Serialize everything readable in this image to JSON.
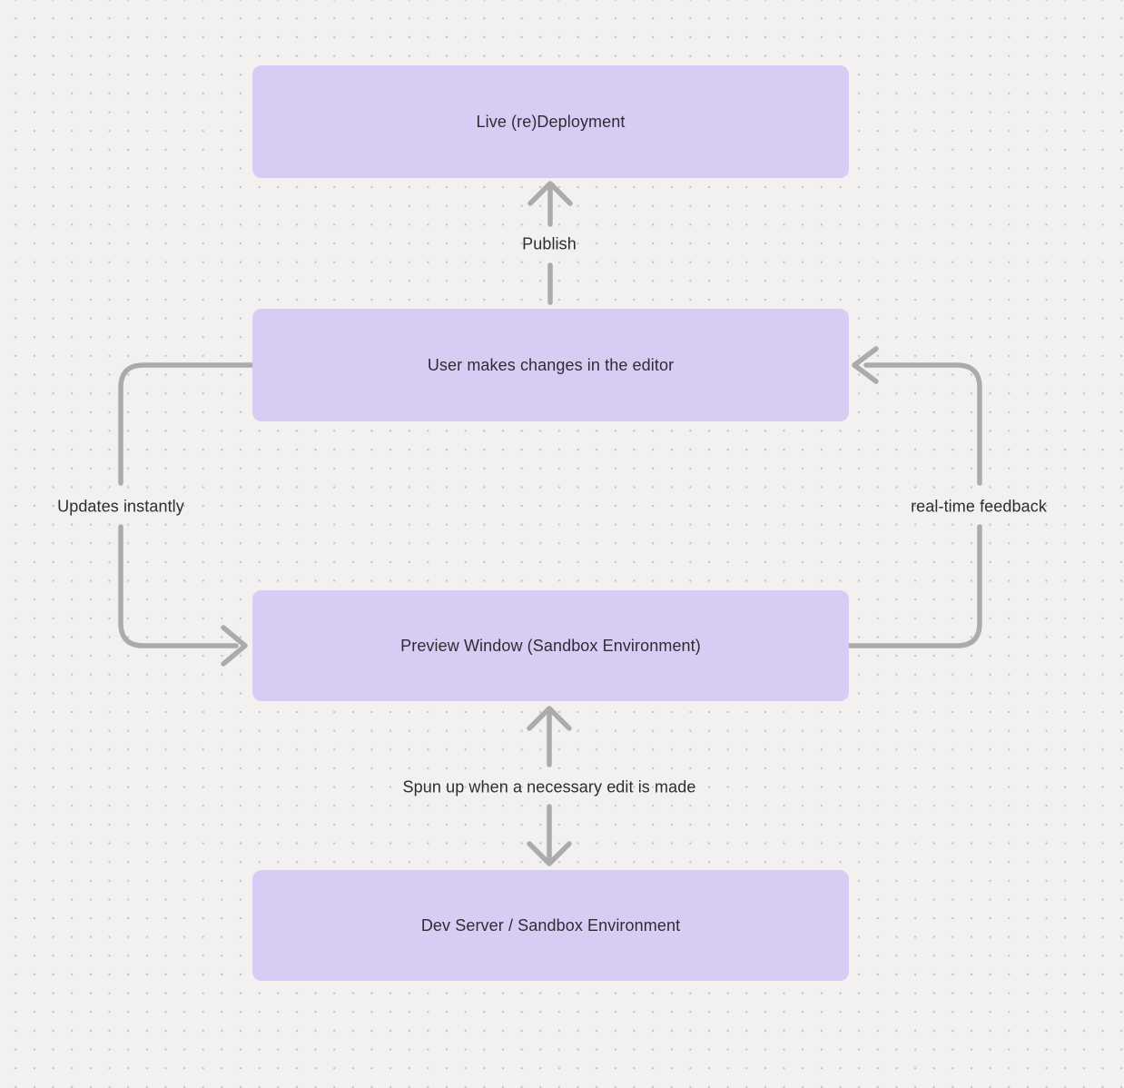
{
  "canvas": {
    "background_color": "#f2f1f0",
    "dot_color": "#c5c3c1",
    "node_fill_color": "#d8ccf5",
    "text_color": "#2e2d33",
    "arrow_color": "#ababab"
  },
  "nodes": [
    {
      "id": "live-redeployment",
      "label": "Live (re)Deployment"
    },
    {
      "id": "user-editor",
      "label": "User makes changes in the editor"
    },
    {
      "id": "preview-window",
      "label": "Preview Window (Sandbox Environment)"
    },
    {
      "id": "dev-server",
      "label": "Dev Server / Sandbox Environment"
    }
  ],
  "edges": [
    {
      "id": "publish",
      "label": "Publish",
      "from": "user-editor",
      "to": "live-redeployment"
    },
    {
      "id": "updates-instantly",
      "label": "Updates instantly",
      "from": "user-editor",
      "to": "preview-window"
    },
    {
      "id": "realtime-feedback",
      "label": "real-time feedback",
      "from": "preview-window",
      "to": "user-editor"
    },
    {
      "id": "spun-up",
      "label": "Spun up when a necessary edit is made",
      "from": "dev-server",
      "to": "preview-window"
    }
  ]
}
